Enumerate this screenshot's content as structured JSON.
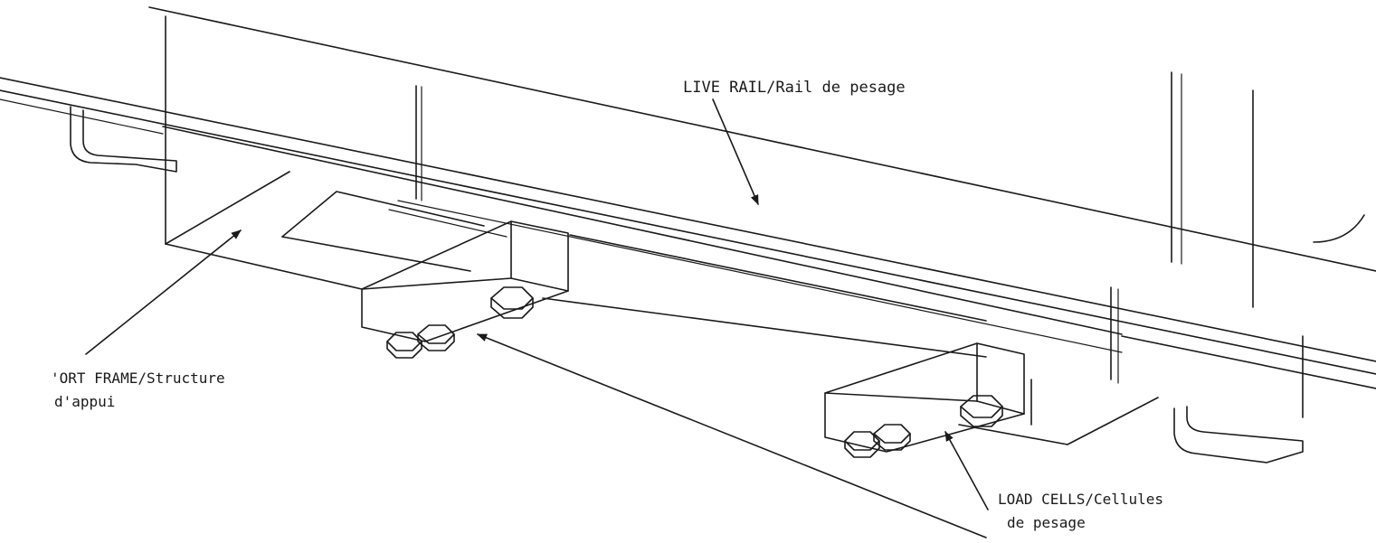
{
  "labels": {
    "live_rail": "LIVE RAIL/Rail de pesage",
    "support_frame_line1": "'ORT FRAME/Structure",
    "support_frame_line2": "d'appui",
    "load_cells_line1": "LOAD CELLS/Cellules",
    "load_cells_line2": "de pesage"
  }
}
